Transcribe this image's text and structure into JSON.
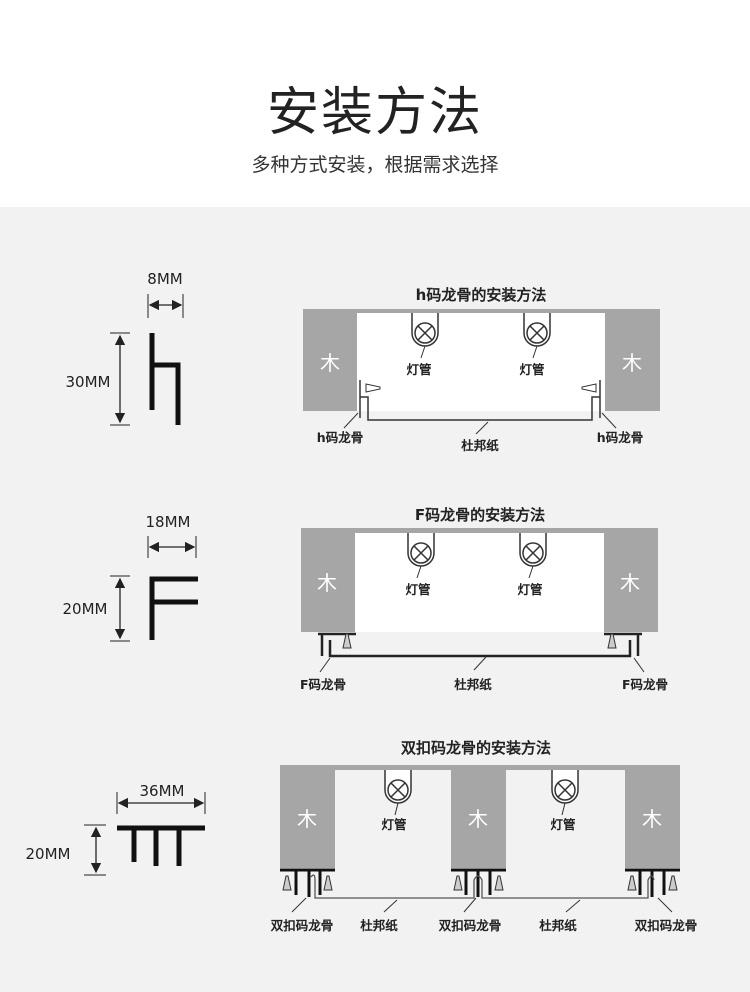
{
  "header": {
    "title": "安装方法",
    "subtitle": "多种方式安装，根据需求选择"
  },
  "colors": {
    "wood": "#a6a6a6",
    "panel": "#f2f2f2",
    "line": "#222222"
  },
  "sections": [
    {
      "title": "h码龙骨的安装方法",
      "width_dim": "8MM",
      "height_dim": "30MM",
      "wood": "木",
      "lamp": "灯管",
      "keel": "h码龙骨",
      "paper": "杜邦纸"
    },
    {
      "title": "F码龙骨的安装方法",
      "width_dim": "18MM",
      "height_dim": "20MM",
      "wood": "木",
      "lamp": "灯管",
      "keel": "F码龙骨",
      "paper": "杜邦纸"
    },
    {
      "title": "双扣码龙骨的安装方法",
      "width_dim": "36MM",
      "height_dim": "20MM",
      "wood": "木",
      "lamp": "灯管",
      "keel": "双扣码龙骨",
      "paper": "杜邦纸"
    }
  ]
}
